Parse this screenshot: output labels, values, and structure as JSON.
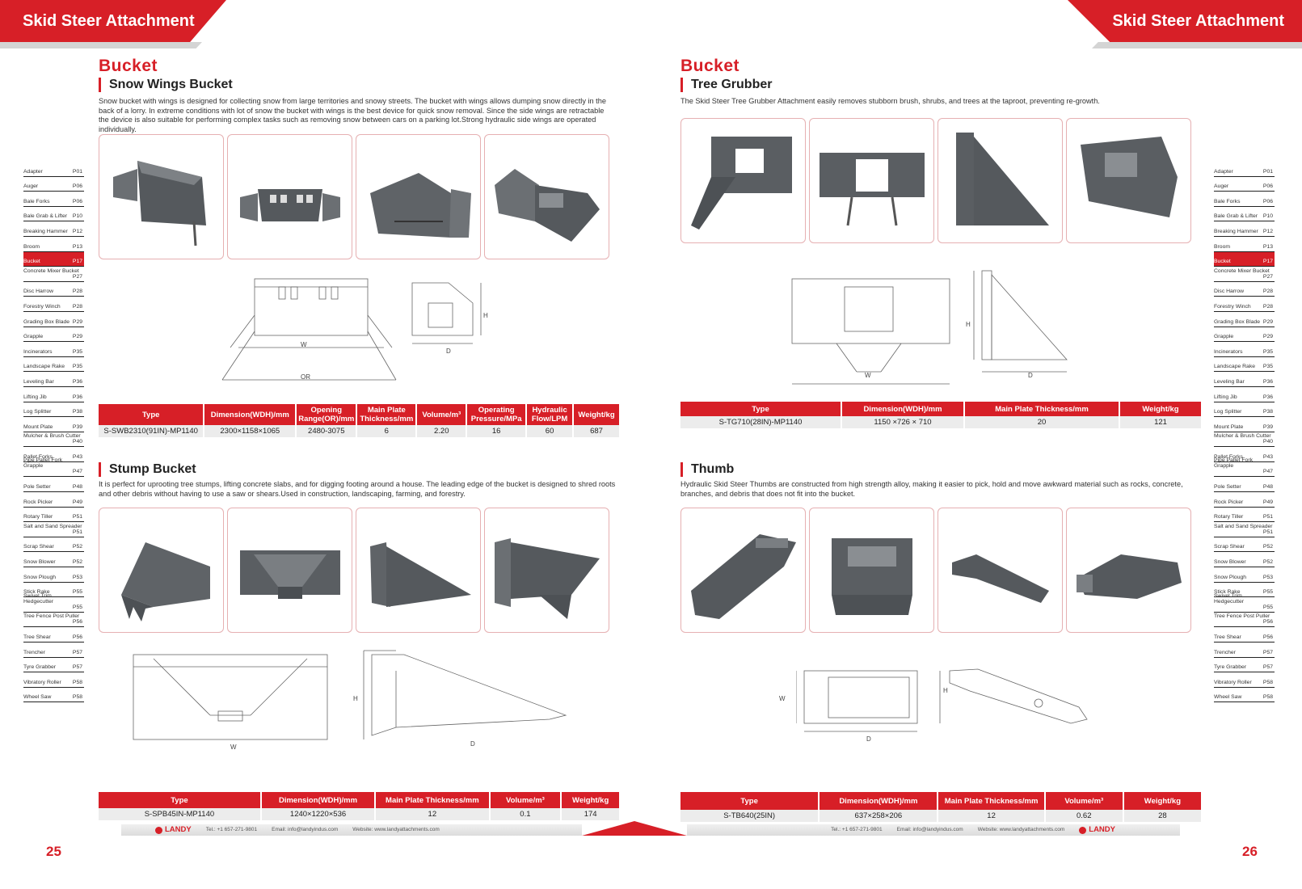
{
  "header": {
    "left_title": "Skid Steer Attachment",
    "right_title": "Skid Steer Attachment"
  },
  "left": {
    "category": "Bucket",
    "section1": {
      "title": "Snow Wings Bucket",
      "desc": "Snow bucket with wings is designed for collecting snow from large territories and snowy streets. The bucket with wings allows dumping snow directly in the back of a lorry. In extreme conditions with lot of snow the bucket with wings is the best device for quick snow removal. Since the side wings are retractable the device is also suitable for performing complex tasks such as removing snow between cars on a parking lot.Strong hydraulic side wings are operated individually.",
      "draw_labels": {
        "w": "W",
        "or": "OR",
        "h": "H",
        "d": "D"
      },
      "table": {
        "headers": [
          "Type",
          "Dimension(WDH)/mm",
          "Opening Range(OR)/mm",
          "Main Plate Thickness/mm",
          "Volume/m³",
          "Operating Pressure/MPa",
          "Hydraulic Flow/LPM",
          "Weight/kg"
        ],
        "rows": [
          [
            "S-SWB2310(91IN)-MP1140",
            "2300×1158×1065",
            "2480-3075",
            "6",
            "2.20",
            "16",
            "60",
            "687"
          ]
        ]
      }
    },
    "section2": {
      "title": "Stump Bucket",
      "desc": "It is perfect for uprooting tree stumps, lifting concrete slabs, and for digging footing around a house. The leading edge of the bucket is designed to shred roots and other debris without having to use a saw or shears.Used in construction, landscaping, farming, and forestry.",
      "draw_labels": {
        "w": "W",
        "h": "H",
        "d": "D"
      },
      "table": {
        "headers": [
          "Type",
          "Dimension(WDH)/mm",
          "Main Plate Thickness/mm",
          "Volume/m³",
          "Weight/kg"
        ],
        "rows": [
          [
            "S-SPB45IN-MP1140",
            "1240×1220×536",
            "12",
            "0.1",
            "174"
          ]
        ]
      }
    },
    "page_number": "25"
  },
  "right": {
    "category": "Bucket",
    "section1": {
      "title": "Tree Grubber",
      "desc": "The Skid Steer Tree Grubber Attachment easily removes stubborn brush, shrubs, and trees at the taproot, preventing re-growth.",
      "draw_labels": {
        "w": "W",
        "h": "H",
        "d": "D"
      },
      "table": {
        "headers": [
          "Type",
          "Dimension(WDH)/mm",
          "Main Plate Thickness/mm",
          "Weight/kg"
        ],
        "rows": [
          [
            "S-TG710(28IN)-MP1140",
            "1150 ×726 × 710",
            "20",
            "121"
          ]
        ]
      }
    },
    "section2": {
      "title": "Thumb",
      "desc": "Hydraulic Skid Steer Thumbs are constructed from high strength alloy, making it easier to pick, hold and move awkward material such as rocks, concrete, branches, and debris that does not fit into the bucket.",
      "draw_labels": {
        "w": "W",
        "h": "H",
        "d": "D"
      },
      "table": {
        "headers": [
          "Type",
          "Dimension(WDH)/mm",
          "Main Plate Thickness/mm",
          "Volume/m³",
          "Weight/kg"
        ],
        "rows": [
          [
            "S-TB640(25IN)",
            "637×258×206",
            "12",
            "0.62",
            "28"
          ]
        ]
      }
    },
    "page_number": "26"
  },
  "index": [
    {
      "name": "Adapter",
      "page": "P01"
    },
    {
      "name": "Auger",
      "page": "P06"
    },
    {
      "name": "Bale Forks",
      "page": "P06"
    },
    {
      "name": "Bale Grab & Lifter",
      "page": "P10"
    },
    {
      "name": "Breaking Hammer",
      "page": "P12"
    },
    {
      "name": "Broom",
      "page": "P13"
    },
    {
      "name": "Bucket",
      "page": "P17",
      "active": true
    },
    {
      "name": "Concrete Mixer Bucket",
      "page": "P27",
      "two": true
    },
    {
      "name": "Disc Harrow",
      "page": "P28"
    },
    {
      "name": "Forestry Winch",
      "page": "P28"
    },
    {
      "name": "Grading Box Blade",
      "page": "P29"
    },
    {
      "name": "Grapple",
      "page": "P29"
    },
    {
      "name": "Incinerators",
      "page": "P35"
    },
    {
      "name": "Landscape Rake",
      "page": "P35"
    },
    {
      "name": "Leveling Bar",
      "page": "P36"
    },
    {
      "name": "Lifting Jib",
      "page": "P36"
    },
    {
      "name": "Log Splitter",
      "page": "P38"
    },
    {
      "name": "Mount Plate",
      "page": "P39"
    },
    {
      "name": "Mulcher & Brush Cutter",
      "page": "P40",
      "two": true
    },
    {
      "name": "Pallet Forks",
      "page": "P43"
    },
    {
      "name": "Pipe Pallet Fork Grapple",
      "page": "P47",
      "two": true
    },
    {
      "name": "Pole Setter",
      "page": "P48"
    },
    {
      "name": "Rock Picker",
      "page": "P49"
    },
    {
      "name": "Rotary Tiller",
      "page": "P51"
    },
    {
      "name": "Salt and Sand Spreader",
      "page": "P51",
      "two": true
    },
    {
      "name": "Scrap Shear",
      "page": "P52"
    },
    {
      "name": "Snow Blower",
      "page": "P52"
    },
    {
      "name": "Snow Plough",
      "page": "P53"
    },
    {
      "name": "Stick Rake",
      "page": "P55"
    },
    {
      "name": "Swivel Trim Hedgecutter",
      "page": "P55",
      "two": true
    },
    {
      "name": "Tree Fence Post Puller",
      "page": "P56",
      "two": true
    },
    {
      "name": "Tree Shear",
      "page": "P56"
    },
    {
      "name": "Trencher",
      "page": "P57"
    },
    {
      "name": "Tyre Grabber",
      "page": "P57"
    },
    {
      "name": "Vibratory Roller",
      "page": "P58"
    },
    {
      "name": "Wheel Saw",
      "page": "P58"
    }
  ],
  "footer": {
    "brand": "LANDY",
    "tel": "Tel.: +1 657-271-9801",
    "email": "Email: info@landyindus.com",
    "website": "Website: www.landyattachments.com"
  },
  "colors": {
    "accent": "#d71f27",
    "product_gray": "#5a5e62"
  }
}
